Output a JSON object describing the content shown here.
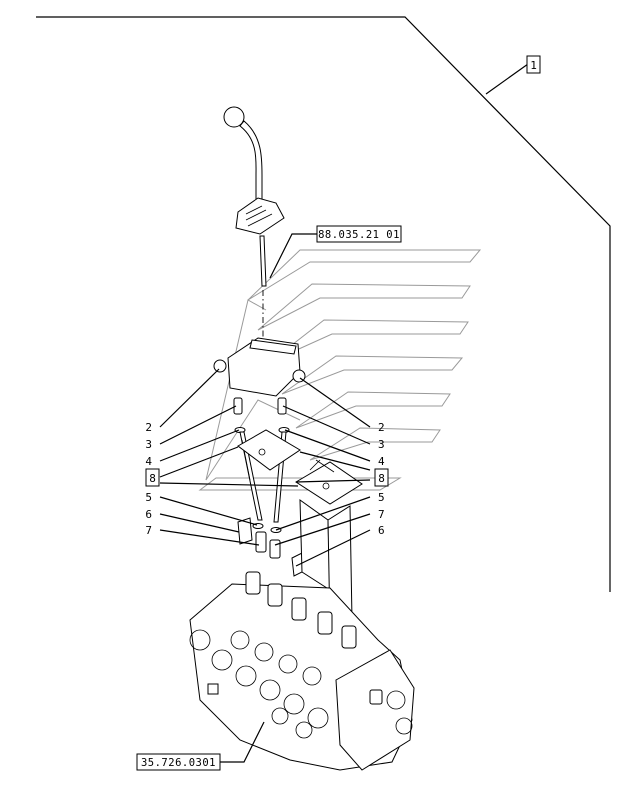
{
  "diagram": {
    "frame_tag": "1",
    "ref_lever": "88.035.21 01",
    "ref_valve": "35.726.0301",
    "boxed_tags": {
      "left": "8",
      "right": "8"
    },
    "left_callouts": [
      "2",
      "3",
      "4",
      "5",
      "6",
      "7"
    ],
    "right_callouts": [
      "2",
      "3",
      "4",
      "5",
      "7",
      "6"
    ]
  }
}
